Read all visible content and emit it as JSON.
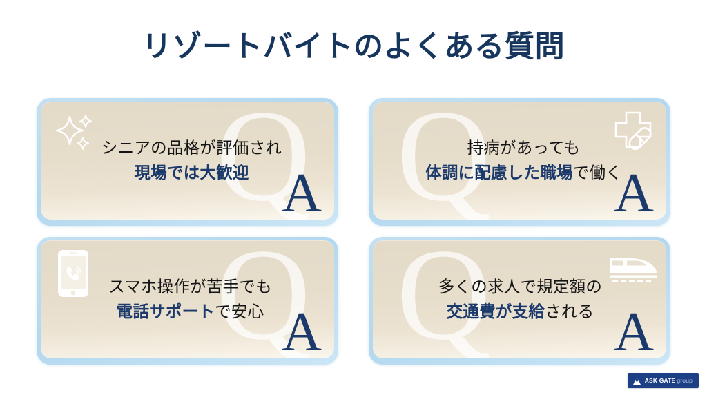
{
  "slide": {
    "background_color": "#ffffff",
    "title": "リゾートバイトのよくある質問",
    "title_color": "#17365d"
  },
  "theme": {
    "navy": "#1b3a6b",
    "card_frame_blue": "#b3d8ef",
    "card_beige_top": "#e3dac8",
    "card_beige_bottom": "#fbf7ee",
    "body_text": "#141414"
  },
  "cards": [
    {
      "id": "card-senior-welcome",
      "icon": "sparkle-icon",
      "icon_position": "top-left",
      "q_mark": "Q",
      "q_position": "right",
      "a_mark": "A",
      "line1": "シニアの品格が評価され",
      "line2_highlight": "現場では大歓迎",
      "line2_rest": ""
    },
    {
      "id": "card-health-consideration",
      "icon": "medical-cross-pill-icon",
      "icon_position": "top-right",
      "q_mark": "Q",
      "q_position": "left",
      "a_mark": "A",
      "line1": "持病があっても",
      "line2_highlight": "体調に配慮した職場",
      "line2_rest": "で働く"
    },
    {
      "id": "card-phone-support",
      "icon": "smartphone-call-icon",
      "icon_position": "top-left",
      "q_mark": "Q",
      "q_position": "right",
      "a_mark": "A",
      "line1": "スマホ操作が苦手でも",
      "line2_highlight": "電話サポート",
      "line2_rest": "で安心"
    },
    {
      "id": "card-travel-expenses",
      "icon": "bullet-train-icon",
      "icon_position": "top-right",
      "q_mark": "Q",
      "q_position": "left",
      "a_mark": "A",
      "line1": "多くの求人で規定額の",
      "line2_highlight": "交通費が支給",
      "line2_rest": "される"
    }
  ],
  "logo": {
    "mark": "triangle-mountain-icon",
    "name": "ASK GATE",
    "suffix": "group",
    "background_color": "#1d3f86"
  }
}
